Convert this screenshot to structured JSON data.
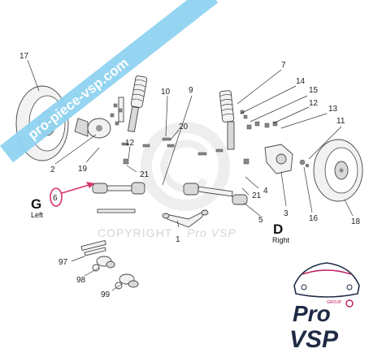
{
  "banner": {
    "text": "pro-piece-vsp.com",
    "color": "#8fd3f0"
  },
  "watermark": {
    "copyright_text": "COPYRIGHT",
    "brand_text": "Pro VSP"
  },
  "sides": {
    "left": {
      "letter": "G",
      "label": "Left"
    },
    "right": {
      "letter": "D",
      "label": "Right"
    }
  },
  "highlight": {
    "label": "6",
    "color": "#d6336c"
  },
  "callouts": [
    "17",
    "2",
    "19",
    "12",
    "21",
    "10",
    "9",
    "20",
    "6",
    "1",
    "7",
    "14",
    "15",
    "12",
    "13",
    "11",
    "4",
    "21",
    "5",
    "3",
    "16",
    "18",
    "97",
    "98",
    "99"
  ],
  "logo": {
    "group": "GROUP",
    "pro": "Pro",
    "vsp": "VSP",
    "accent_color": "#c2185b",
    "dark_color": "#1f2a44"
  }
}
